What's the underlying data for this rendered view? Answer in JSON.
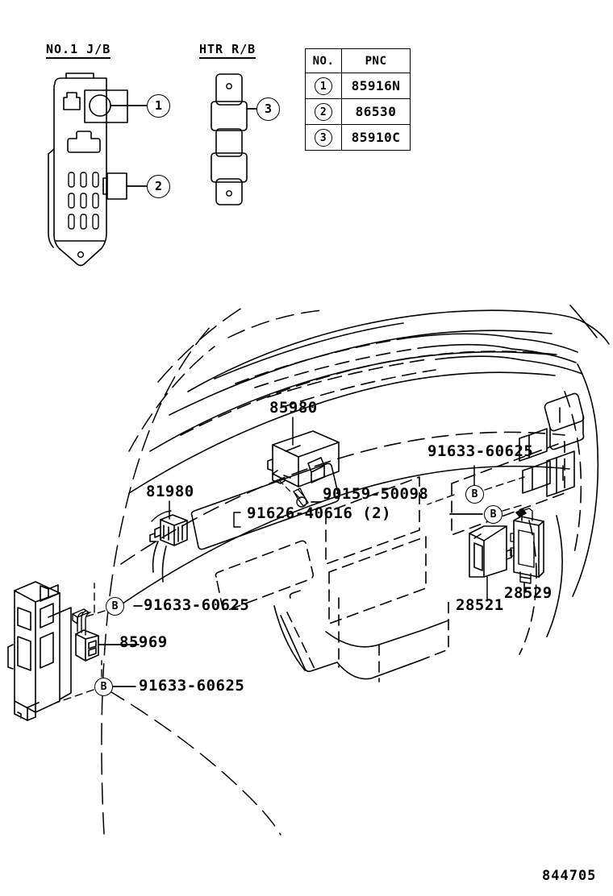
{
  "drawing": {
    "number": "844705"
  },
  "sections": {
    "jb": {
      "title": "NO.1 J/B"
    },
    "htr": {
      "title": "HTR R/B"
    }
  },
  "pnc_table": {
    "headers": [
      "NO.",
      "PNC"
    ],
    "rows": [
      {
        "no": "1",
        "pnc": "85916N"
      },
      {
        "no": "2",
        "pnc": "86530"
      },
      {
        "no": "3",
        "pnc": "85910C"
      }
    ]
  },
  "callouts": {
    "jb_1": "1",
    "jb_2": "2",
    "htr_3": "3"
  },
  "bolt_marks": {
    "b1": "B",
    "b2": "B",
    "b3": "B",
    "b4": "B"
  },
  "part_labels": {
    "ecu_85980": "85980",
    "relay_81980": "81980",
    "screw_90159": "90159-50098",
    "bolt_91626": "91626-40616 (2)",
    "bolt_91633_right": "91633-60625",
    "switch_85969": "85969",
    "bolt_91633_upper_left": "91633-60625",
    "bolt_91633_lower_left": "91633-60625",
    "relay_box_28521": "28521",
    "bracket_28529": "28529"
  }
}
